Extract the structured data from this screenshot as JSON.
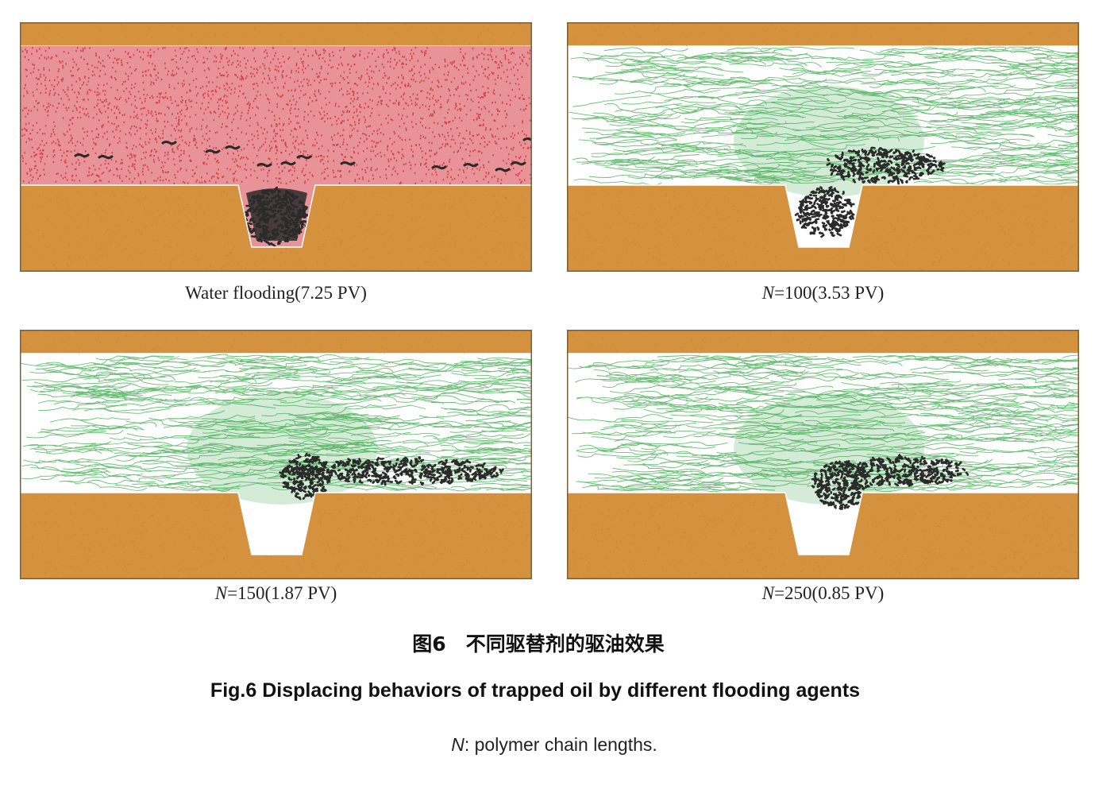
{
  "panels": [
    {
      "id": "water-flooding",
      "caption_prefix": "",
      "caption_text": "Water flooding(7.25 PV)",
      "fluid_color": "#d43a44",
      "oil_region": "pore"
    },
    {
      "id": "n100",
      "caption_prefix": "N",
      "caption_text": "=100(3.53 PV)",
      "fluid_color": "#3aa84a",
      "oil_region": "mouth-right"
    },
    {
      "id": "n150",
      "caption_prefix": "N",
      "caption_text": "=150(1.87 PV)",
      "fluid_color": "#3aa84a",
      "oil_region": "streak-long"
    },
    {
      "id": "n250",
      "caption_prefix": "N",
      "caption_text": "=250(0.85 PV)",
      "fluid_color": "#3aa84a",
      "oil_region": "mouth-right-short"
    }
  ],
  "colors": {
    "rock": "#d4913e",
    "oil": "#2a2a2a",
    "water": "#d43a44",
    "polymer": "#3aa84a"
  },
  "figure": {
    "title_cn": "图6　不同驱替剂的驱油效果",
    "title_en": "Fig.6   Displacing behaviors of trapped oil by different flooding agents",
    "note_symbol": "N",
    "note_text": ":  polymer chain lengths."
  }
}
